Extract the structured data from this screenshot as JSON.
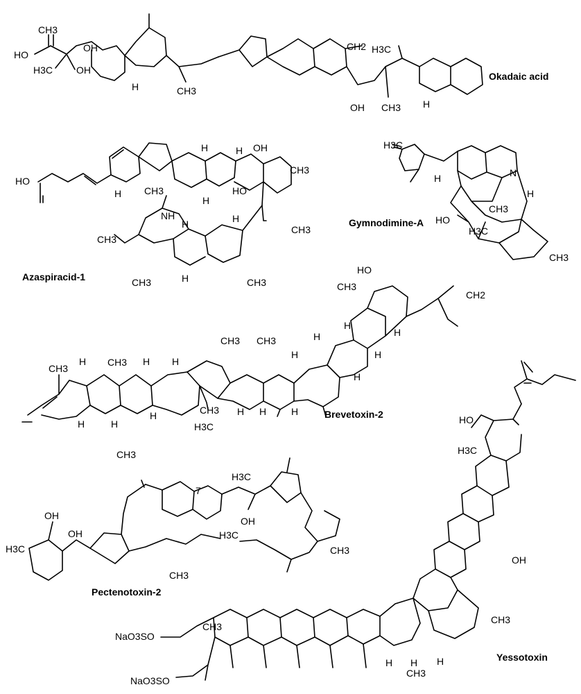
{
  "compounds": [
    {
      "name": "Okadaic acid",
      "labels": [
        "CH3",
        "OH",
        "CH2",
        "HO",
        "H3C",
        "OH",
        "H",
        "CH3",
        "H3C",
        "OH",
        "CH3",
        "H"
      ]
    },
    {
      "name": "Azaspiracid-1",
      "labels": [
        "HO",
        "H",
        "H",
        "OH",
        "H",
        "CH3",
        "HO",
        "CH3",
        "H",
        "H",
        "CH3",
        "NH",
        "CH3",
        "CH3",
        "CH3",
        "H",
        "H"
      ]
    },
    {
      "name": "Gymnodimine-A",
      "labels": [
        "H3C",
        "H",
        "N",
        "CH3",
        "HO",
        "H3C",
        "H",
        "CH3"
      ]
    },
    {
      "name": "Brevetoxin-2",
      "labels": [
        "HO",
        "CH3",
        "CH2",
        "CH3",
        "CH3",
        "CH3",
        "CH3",
        "H",
        "H",
        "H",
        "H",
        "H",
        "H",
        "H",
        "H",
        "H",
        "H",
        "H",
        "H",
        "H3C",
        "CH3",
        "H",
        "H",
        "H",
        "H"
      ]
    },
    {
      "name": "Pectenotoxin-2",
      "labels": [
        "CH3",
        "7",
        "H3C",
        "OH",
        "OH",
        "OH",
        "H3C",
        "H3C",
        "CH3",
        "CH3"
      ]
    },
    {
      "name": "Yessotoxin",
      "labels": [
        "HO",
        "H3C",
        "OH",
        "CH3",
        "NaO3SO",
        "NaO3SO",
        "CH3",
        "H",
        "CH3",
        "H",
        "H"
      ]
    }
  ]
}
